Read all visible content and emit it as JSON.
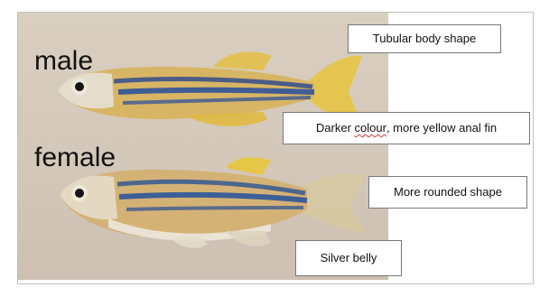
{
  "labels": {
    "male": "male",
    "female": "female"
  },
  "callouts": {
    "body_shape": "Tubular body shape",
    "colour_prefix": "Darker ",
    "colour_word": "colour",
    "colour_suffix": ", more yellow anal fin",
    "rounded": "More rounded shape",
    "belly": "Silver belly"
  },
  "colors": {
    "background_photo": "#d6cabc",
    "fish_body_gold": "#d9b25a",
    "stripe_blue": "#4a5f8a",
    "fin_yellow": "#e8c53a",
    "belly_silver": "#e8e2d6"
  }
}
